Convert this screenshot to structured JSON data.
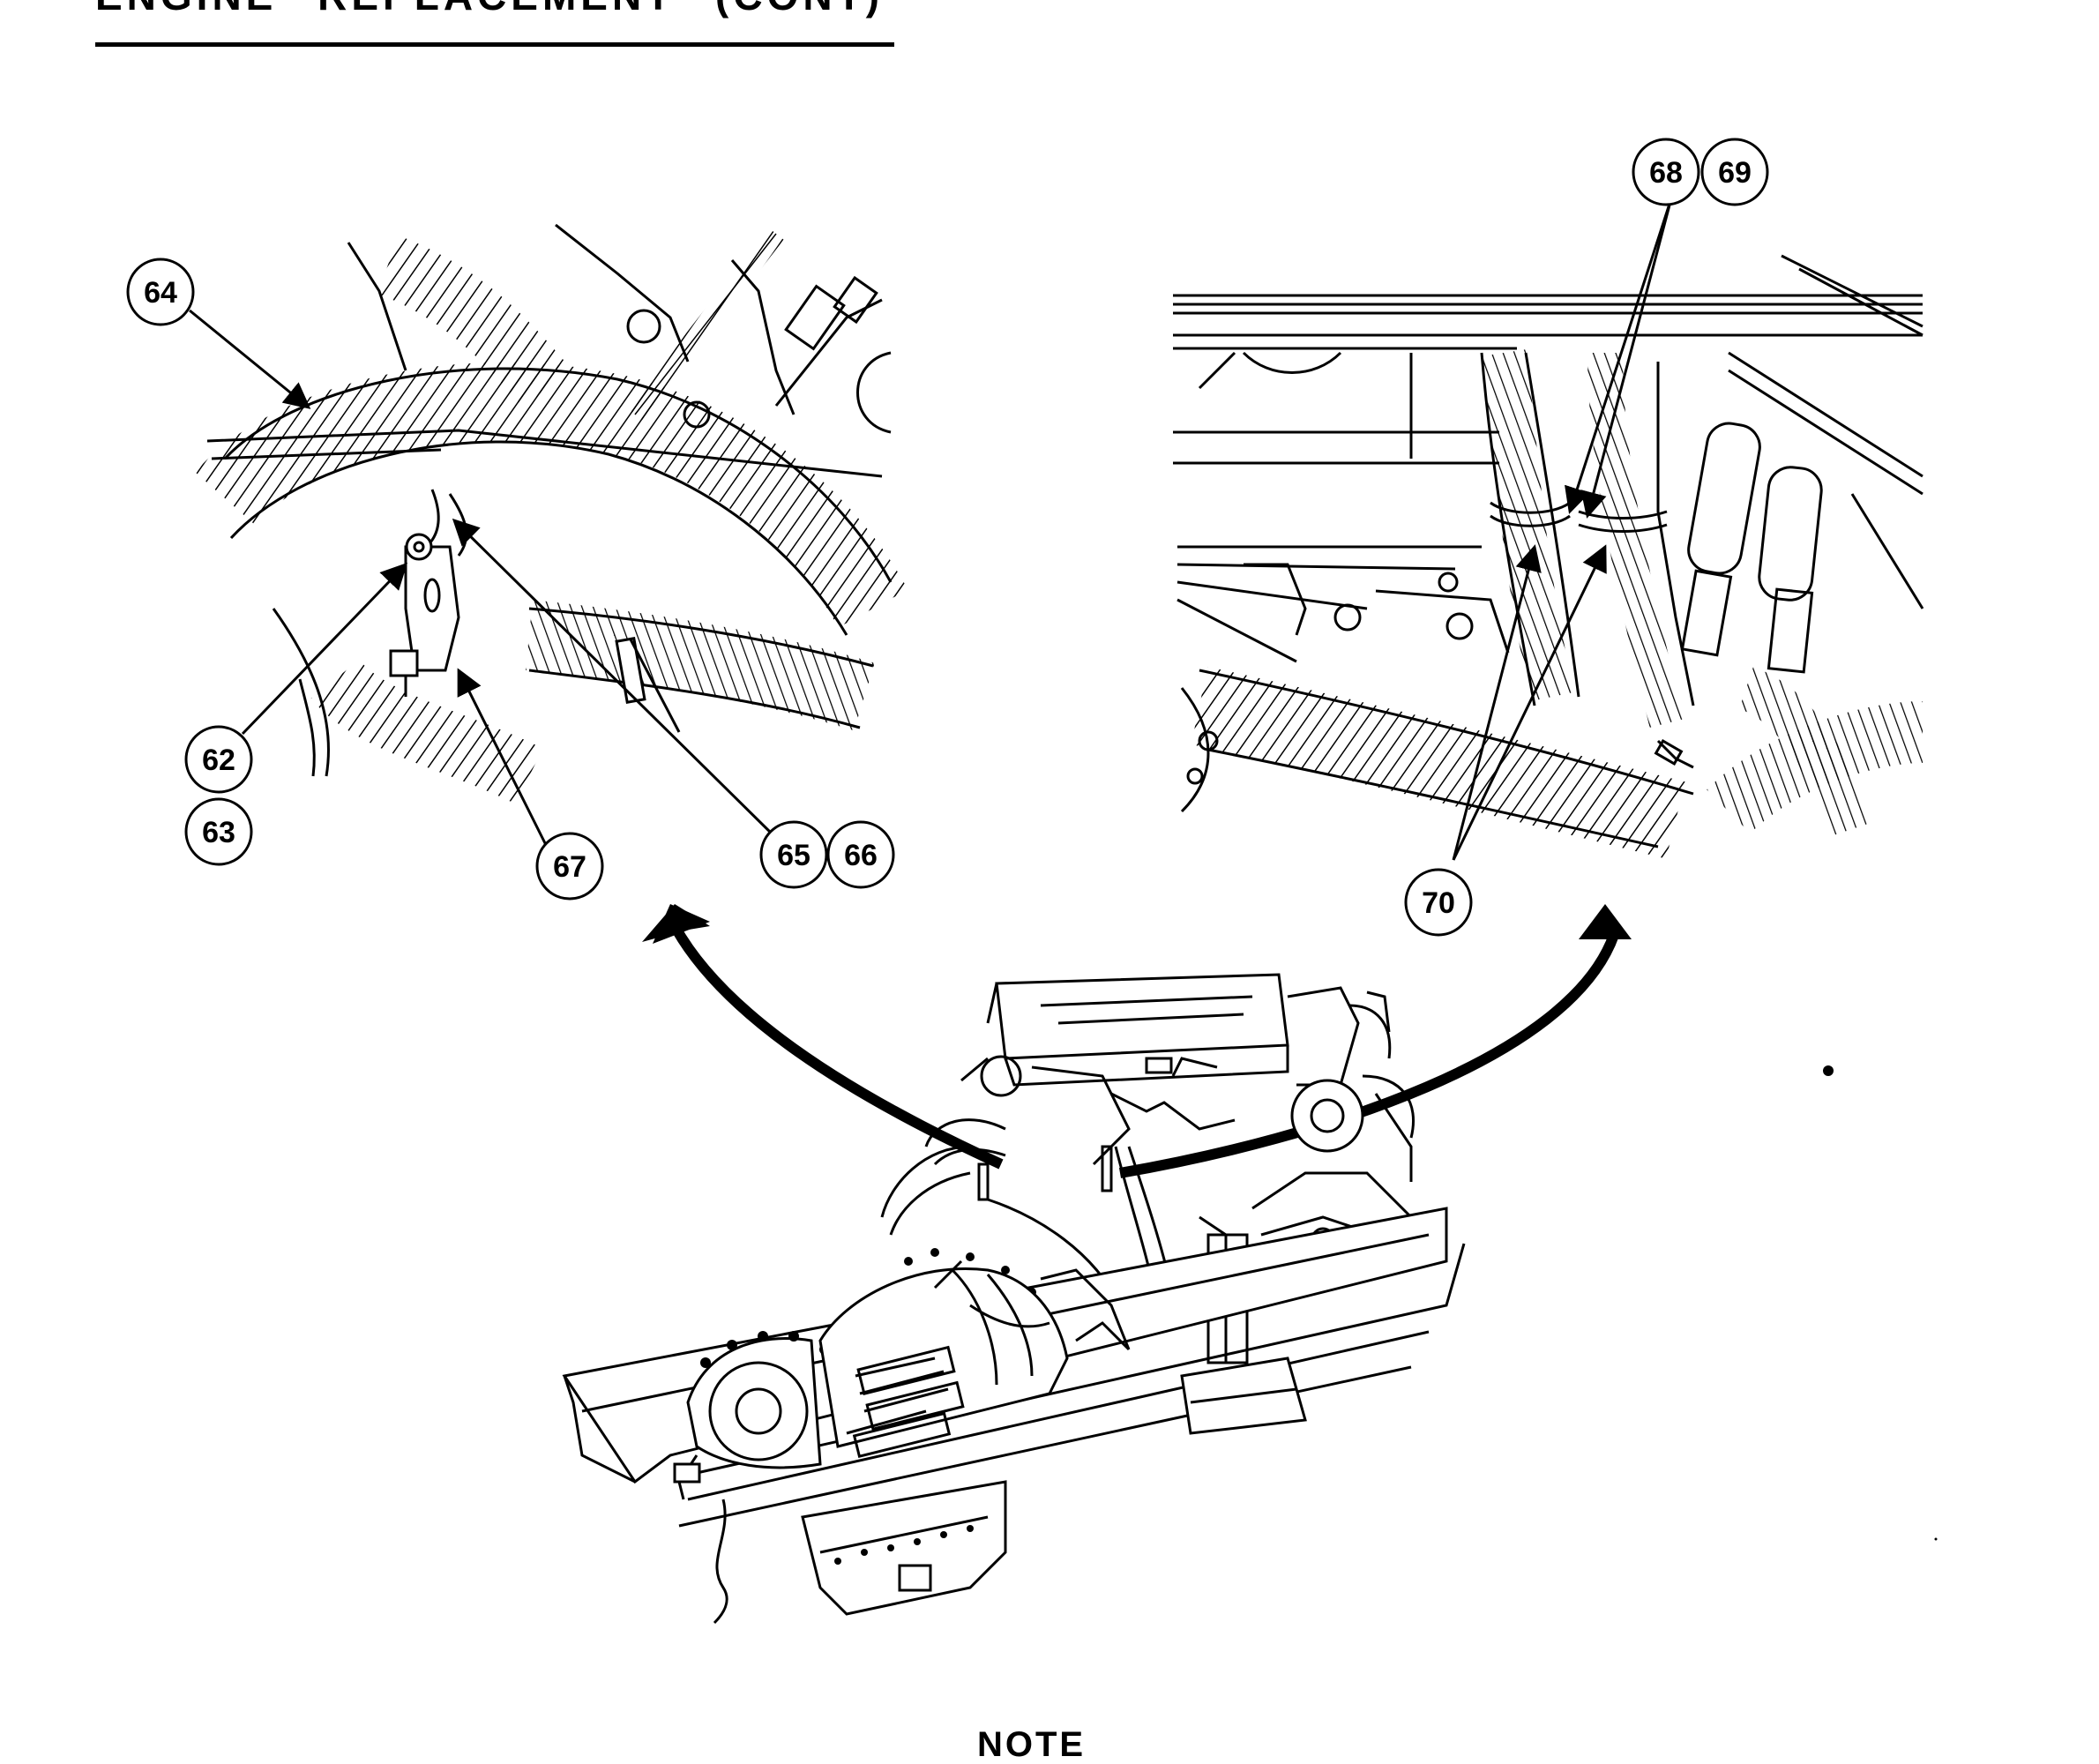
{
  "heading": "ENGINE REPLACEMENT (CONT)",
  "callouts": [
    {
      "label": "64"
    },
    {
      "label": "62"
    },
    {
      "label": "63"
    },
    {
      "label": "67"
    },
    {
      "label": "65"
    },
    {
      "label": "66"
    },
    {
      "label": "68"
    },
    {
      "label": "69"
    },
    {
      "label": "70"
    }
  ],
  "note_heading": "NOTE",
  "colors": {
    "ink": "#000000",
    "paper": "#ffffff"
  }
}
